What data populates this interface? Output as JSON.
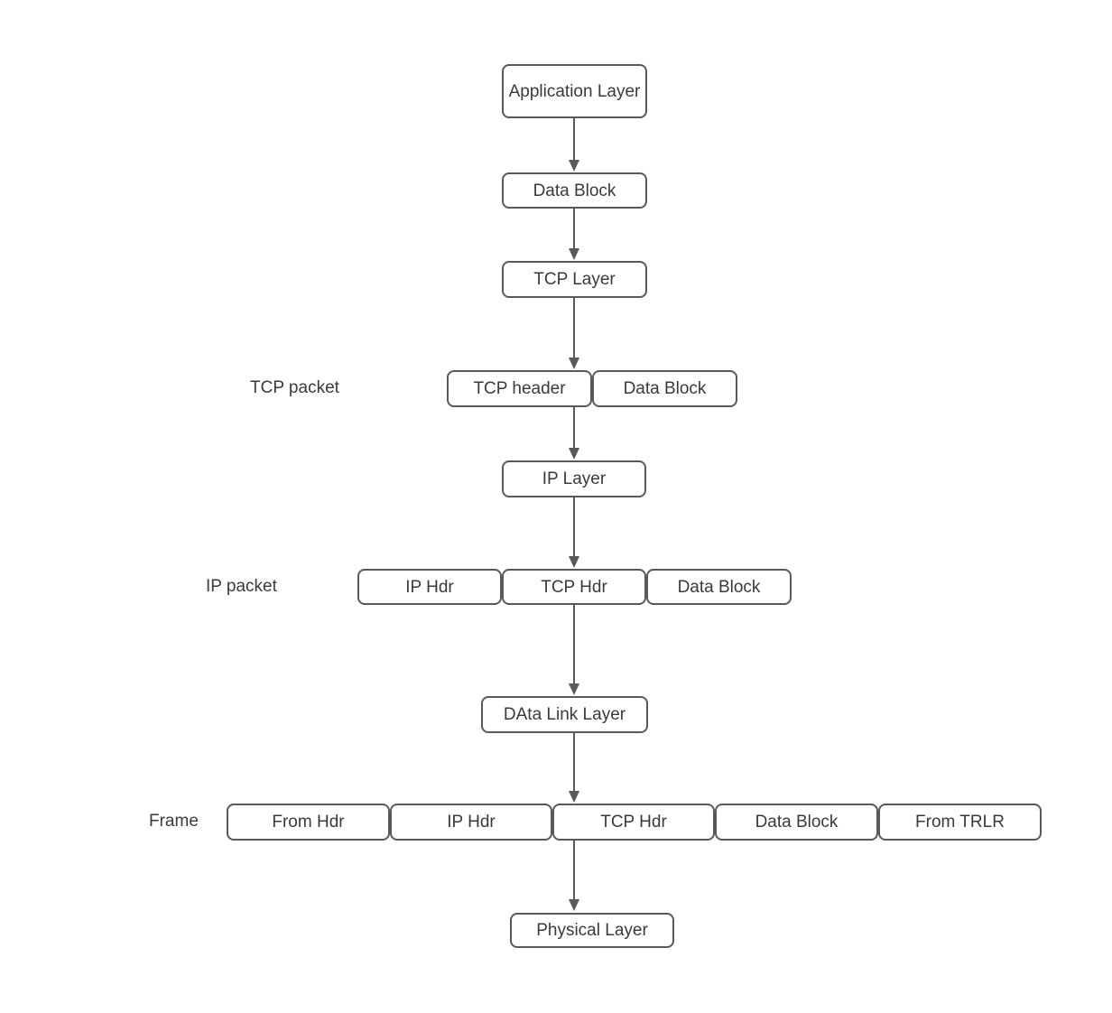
{
  "diagram": {
    "background_color": "#ffffff",
    "stroke_color": "#595959",
    "text_color": "#3a3a3a",
    "flow": {
      "application_layer": "Application Layer",
      "data_block": "Data Block",
      "tcp_layer": "TCP Layer",
      "ip_layer": "IP Layer",
      "data_link_layer": "DAta Link Layer",
      "physical_layer": "Physical Layer"
    },
    "tcp_packet_row": {
      "label": "TCP packet",
      "cells": [
        "TCP header",
        "Data Block"
      ]
    },
    "ip_packet_row": {
      "label": "IP packet",
      "cells": [
        "IP Hdr",
        "TCP Hdr",
        "Data Block"
      ]
    },
    "frame_row": {
      "label": "Frame",
      "cells": [
        "From Hdr",
        "IP Hdr",
        "TCP Hdr",
        "Data Block",
        "From TRLR"
      ]
    }
  }
}
